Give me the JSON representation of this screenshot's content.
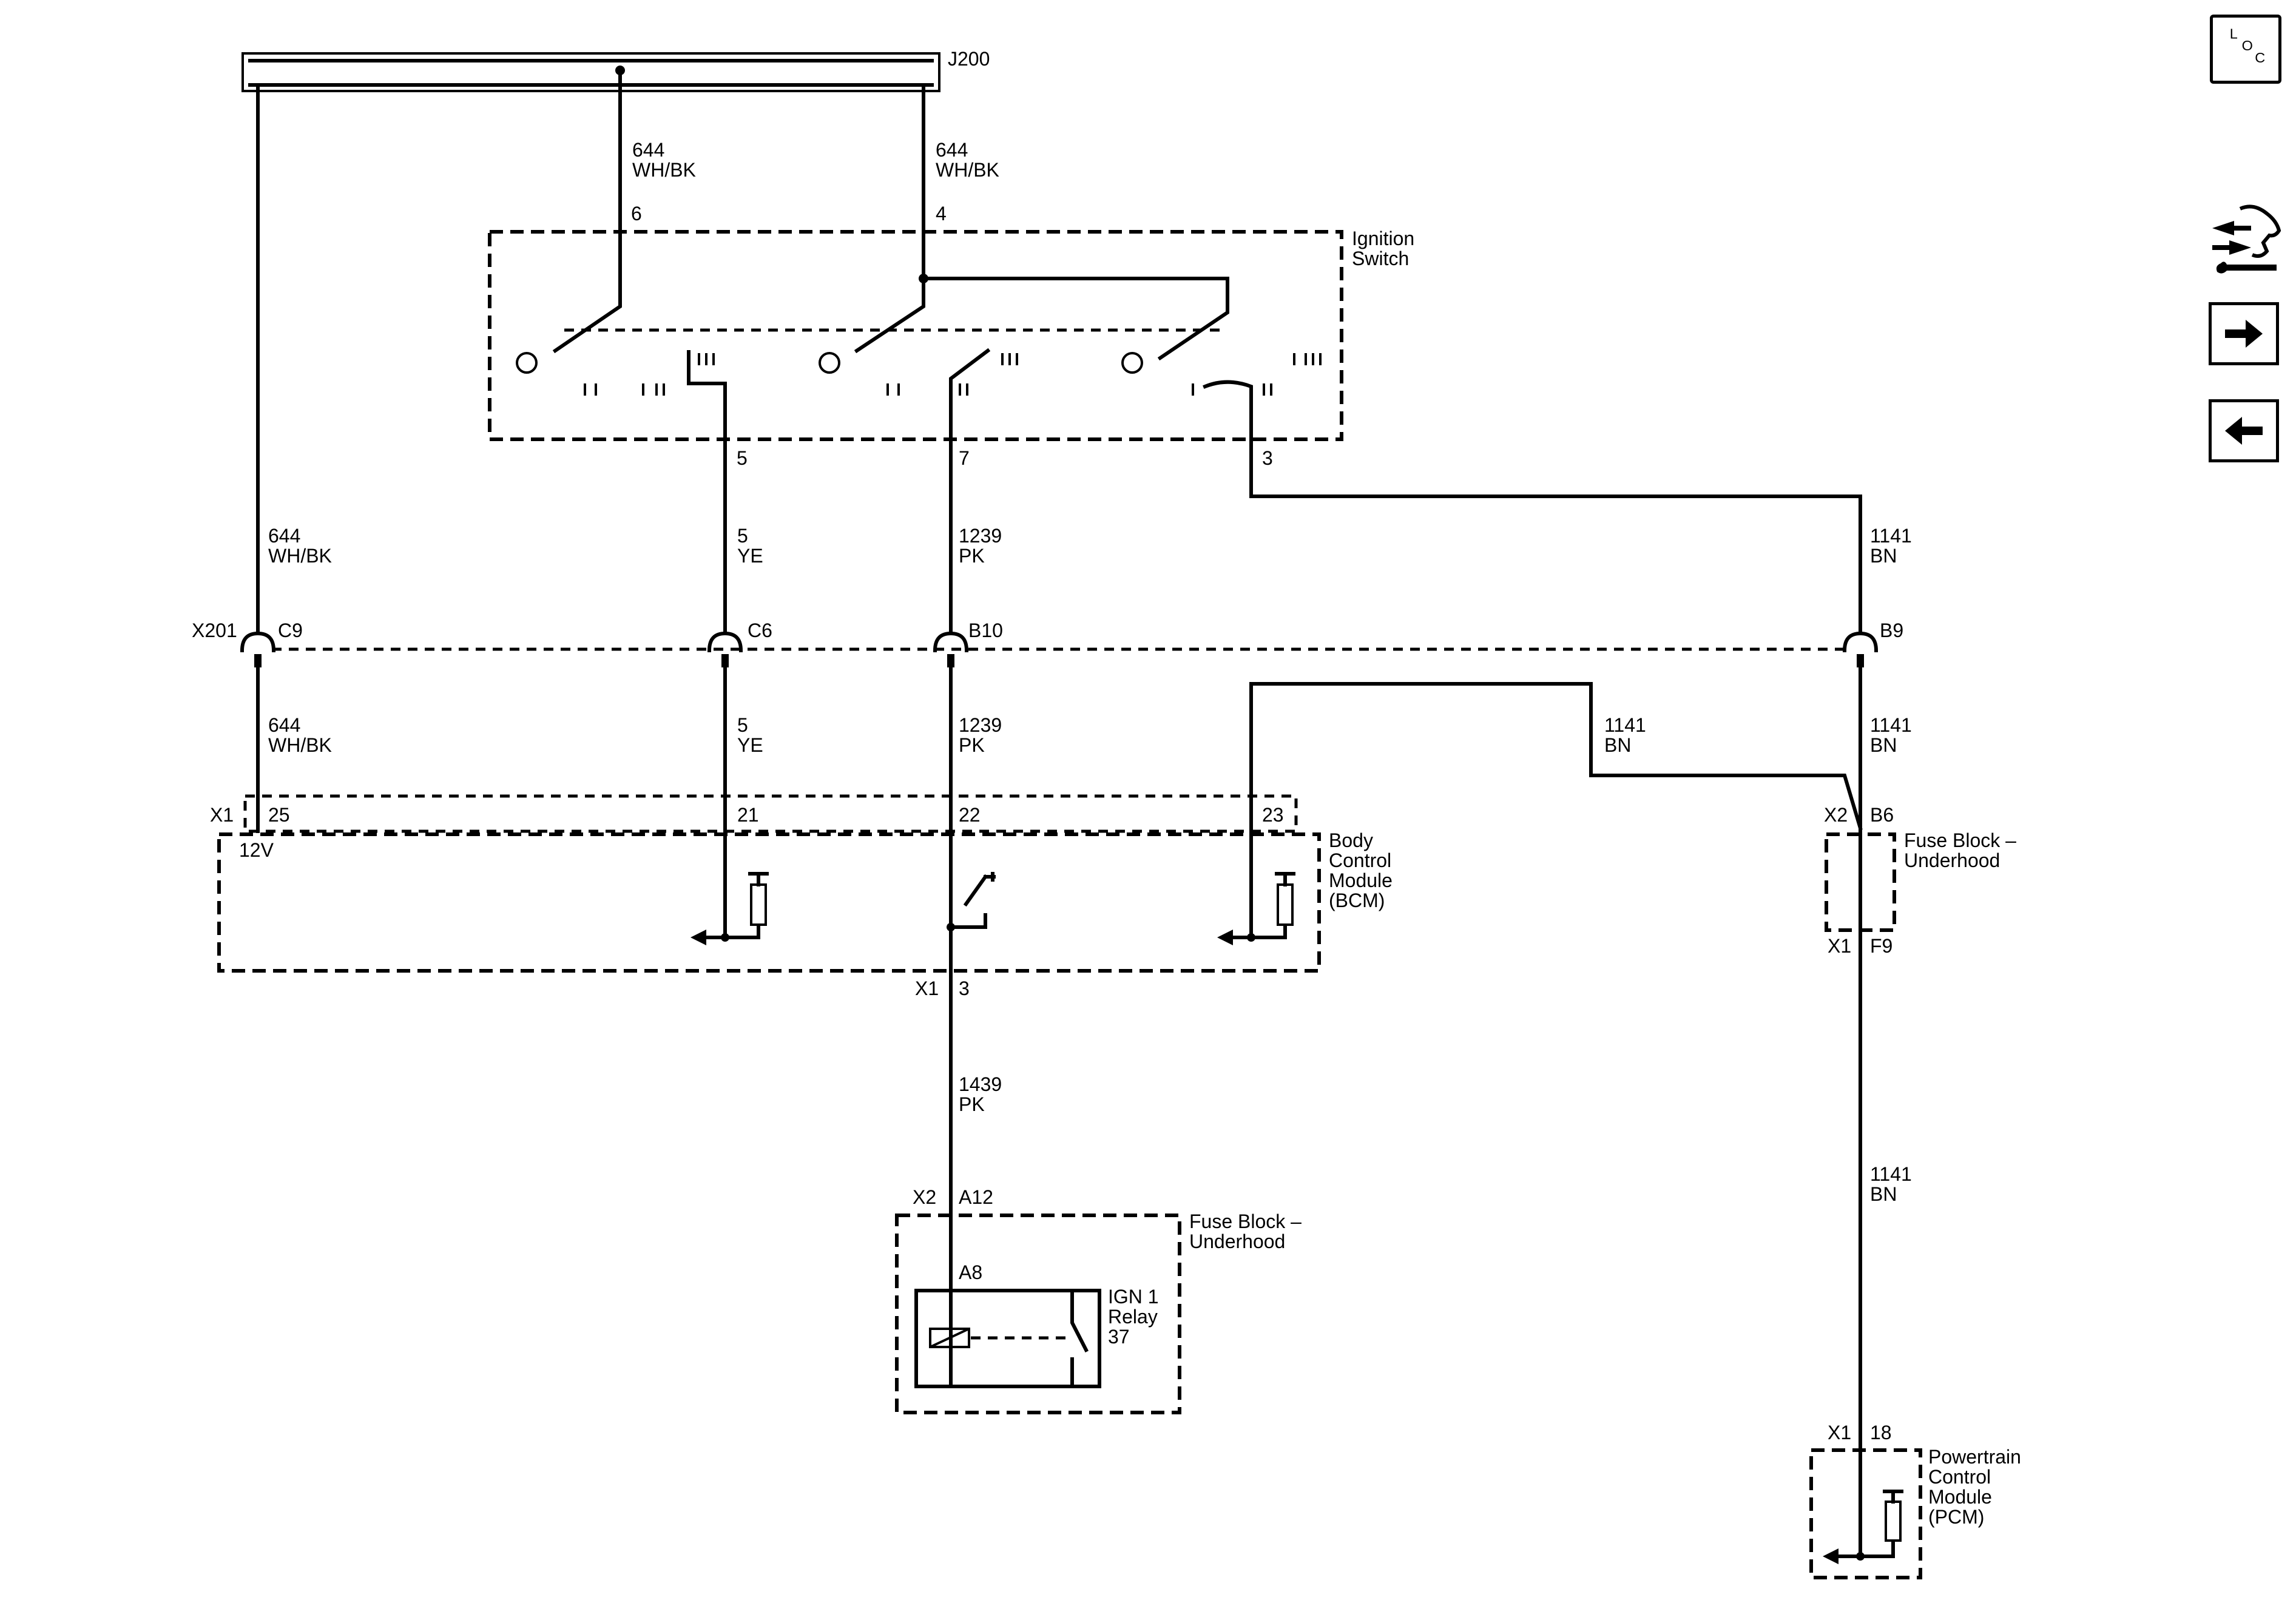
{
  "connector_j200": "J200",
  "ignition_switch": {
    "line1": "Ignition",
    "line2": "Switch",
    "pin_6": "6",
    "pin_4": "4",
    "pin_5": "5",
    "pin_7": "7",
    "pin_3": "3",
    "pos_i": "I",
    "pos_ii": "II",
    "pos_iii": "III"
  },
  "wires": {
    "w644": {
      "circuit": "644",
      "color": "WH/BK"
    },
    "w5": {
      "circuit": "5",
      "color": "YE"
    },
    "w1239": {
      "circuit": "1239",
      "color": "PK"
    },
    "w1141": {
      "circuit": "1141",
      "color": "BN"
    },
    "w1439": {
      "circuit": "1439",
      "color": "PK"
    }
  },
  "inline_x201": {
    "name": "X201",
    "c9": "C9",
    "c6": "C6",
    "b10": "B10",
    "b9": "B9"
  },
  "bcm": {
    "line1": "Body",
    "line2": "Control",
    "line3": "Module",
    "line4": "(BCM)",
    "x1": "X1",
    "p25": "25",
    "p21": "21",
    "p22": "22",
    "p23": "23",
    "v12": "12V",
    "out_conn": "X1",
    "out_pin": "3"
  },
  "fuse_block_right": {
    "line1": "Fuse Block –",
    "line2": "Underhood",
    "in_conn": "X2",
    "in_pin": "B6",
    "out_conn": "X1",
    "out_pin": "F9"
  },
  "fuse_block_bottom": {
    "line1": "Fuse Block –",
    "line2": "Underhood",
    "conn": "X2",
    "pin": "A12",
    "inner_pin": "A8"
  },
  "relay": {
    "line1": "IGN 1",
    "line2": "Relay",
    "line3": "37"
  },
  "pcm": {
    "line1": "Powertrain",
    "line2": "Control",
    "line3": "Module",
    "line4": "(PCM)",
    "conn": "X1",
    "pin": "18"
  },
  "loc_icon": {
    "l": "L",
    "o": "O",
    "c": "C"
  },
  "nav_icons": [
    "loc-icon",
    "tools-icon",
    "next-arrow-icon",
    "previous-arrow-icon"
  ]
}
